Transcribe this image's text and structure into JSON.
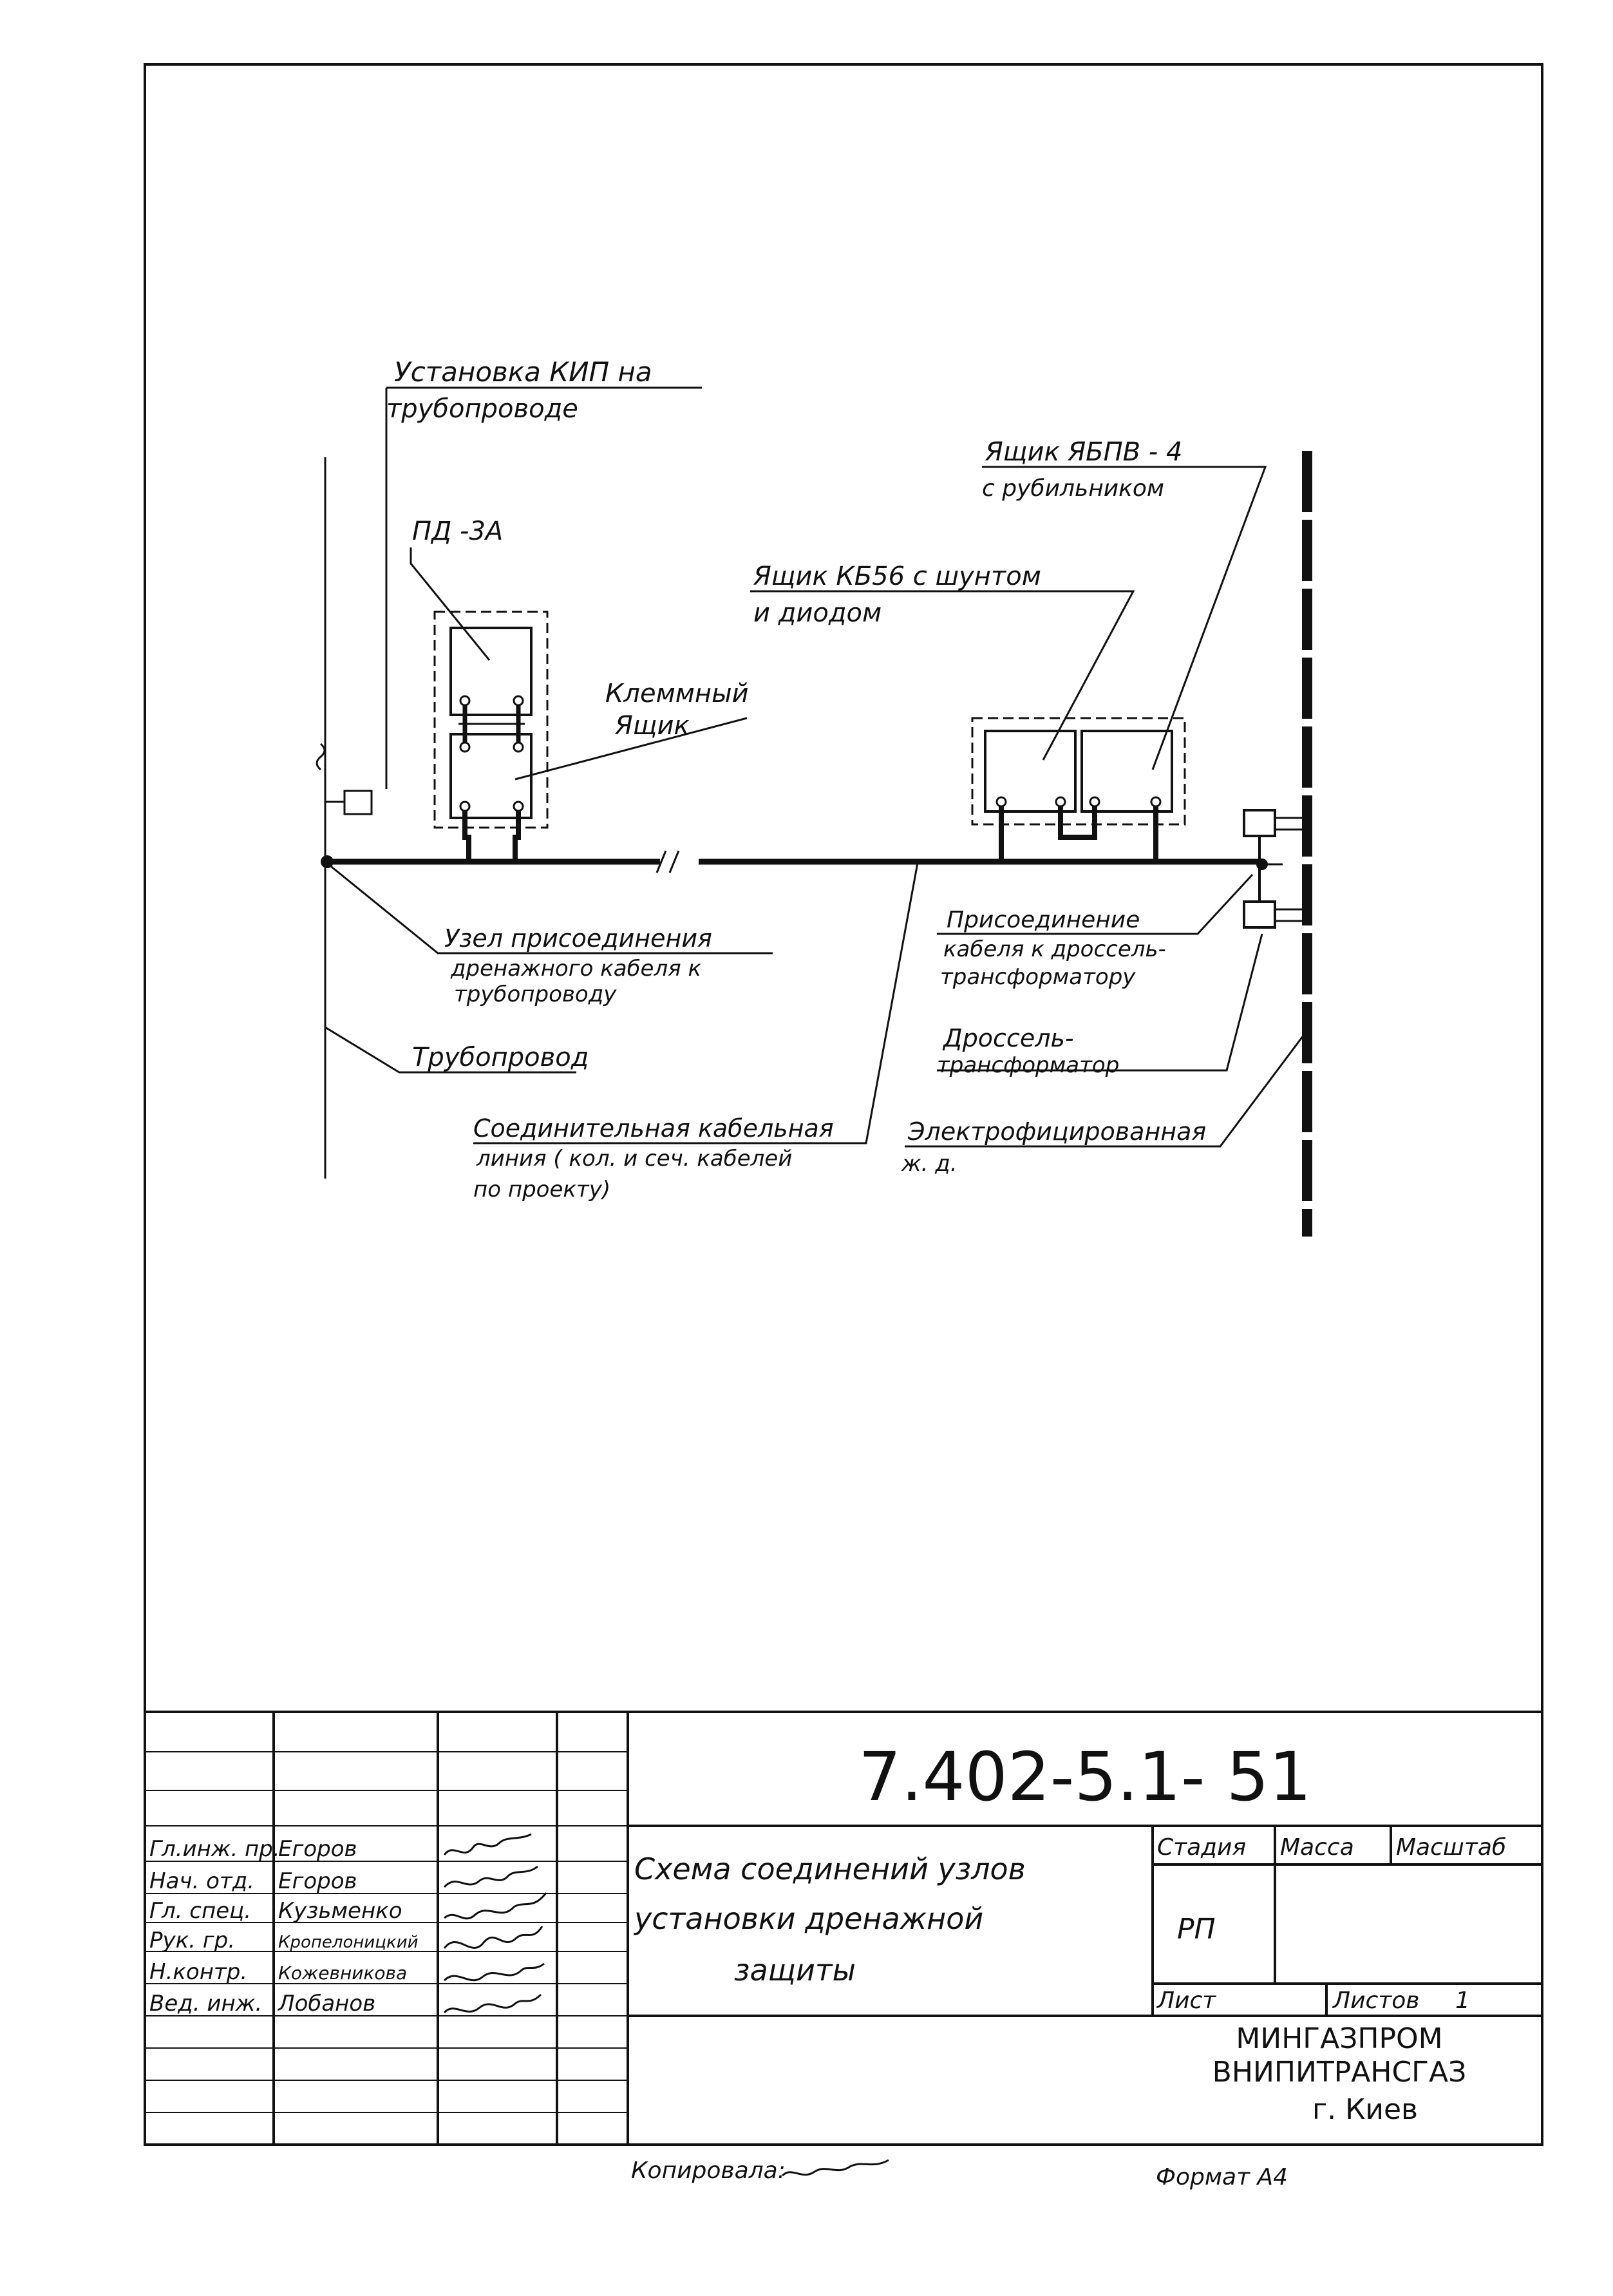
{
  "labels": {
    "kip_install_1": "Установка КИП на",
    "kip_install_2": "трубопроводе",
    "pd3a": "ПД -3А",
    "terminal_1": "Клеммный",
    "terminal_2": "Ящик",
    "box_ybpv_1": "Ящик ЯБПВ - 4",
    "box_ybpv_2": "с рубильником",
    "box_kb_1": "Ящик КБ56 с шунтом",
    "box_kb_2": "и диодом",
    "node_1": "Узел присоединения",
    "node_2": "дренажного кабеля к",
    "node_3": "трубопроводу",
    "pipeline": "Трубопровод",
    "conn_1": "Присоединение",
    "conn_2": "кабеля к дроссель-",
    "conn_3": "трансформатору",
    "choke_1": "Дроссель-",
    "choke_2": "трансформатор",
    "cable_1": "Соединительная кабельная",
    "cable_2": "линия ( кол. и сеч. кабелей",
    "cable_3": "по проекту)",
    "rail_1": "Электрофицированная",
    "rail_2": "ж. д."
  },
  "title_block": {
    "doc_number": "7.402-5.1- 51",
    "title_1": "Схема соединений узлов",
    "title_2": "установки дренажной",
    "title_3": "защиты",
    "stage_header": "Стадия",
    "mass_header": "Масса",
    "scale_header": "Масштаб",
    "stage_value": "РП",
    "sheet_label": "Лист",
    "sheets_label": "Листов",
    "sheets_value": "1",
    "org_1": "МИНГАЗПРОМ",
    "org_2": "ВНИПИТРАНСГАЗ",
    "org_3": "г. Киев",
    "staff": [
      {
        "role": "Гл.инж. пр.",
        "name": "Егоров"
      },
      {
        "role": "Нач. отд.",
        "name": "Егоров"
      },
      {
        "role": "Гл. спец.",
        "name": "Кузьменко"
      },
      {
        "role": "Рук. гр.",
        "name": "Кропелоницкий"
      },
      {
        "role": "Н.контр.",
        "name": "Кожевникова"
      },
      {
        "role": "Вед. инж.",
        "name": "Лобанов"
      }
    ]
  },
  "footer": {
    "copied": "Копировала:",
    "format": "Формат А4"
  },
  "colors": {
    "ink": "#111111",
    "paper": "#ffffff"
  }
}
